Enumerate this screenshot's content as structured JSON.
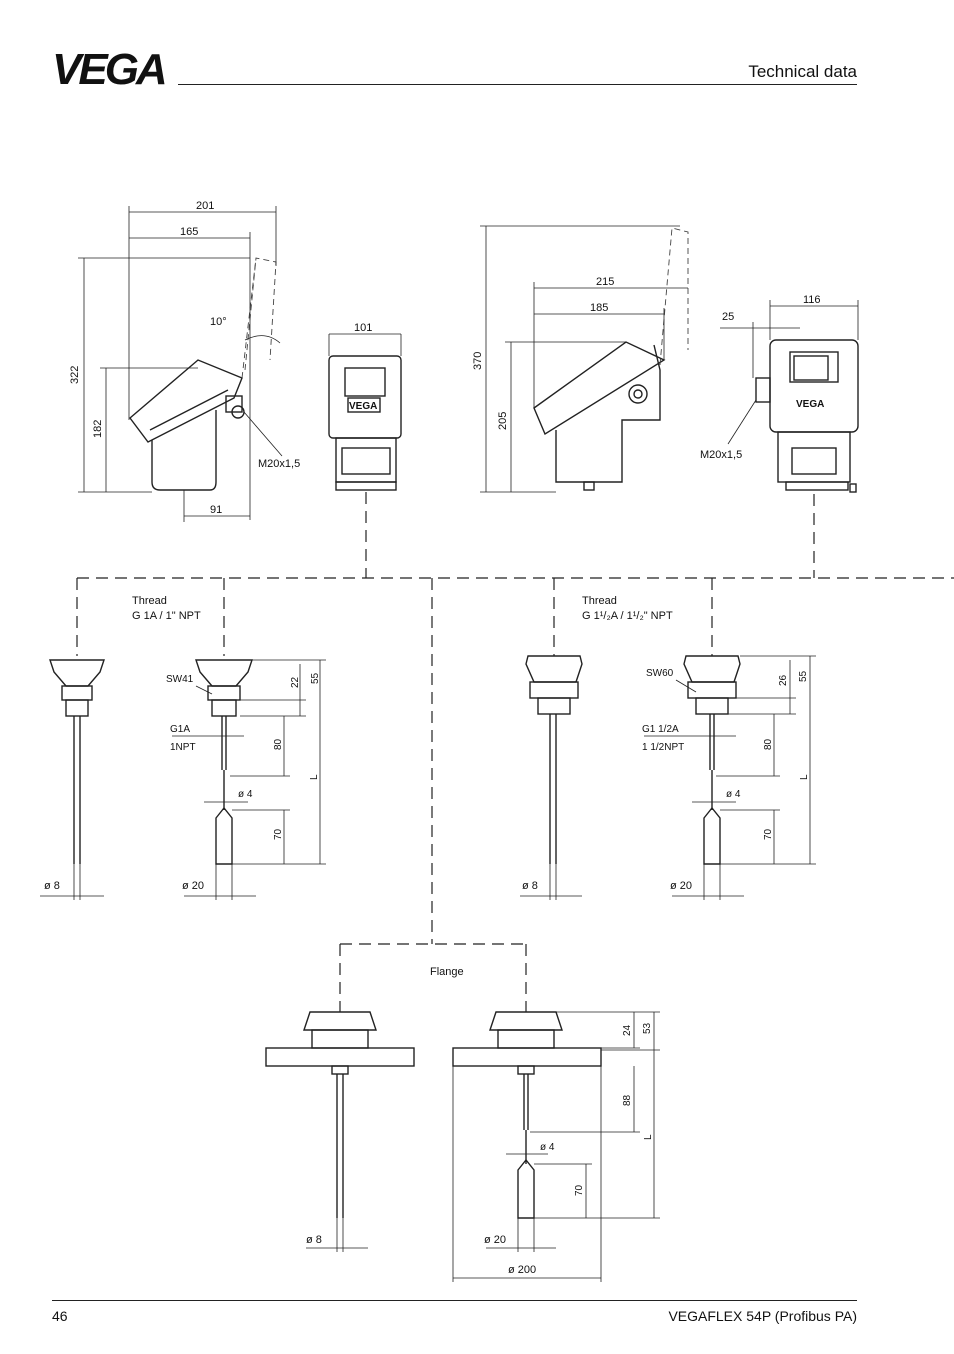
{
  "header": {
    "brand": "VEGA",
    "section_title": "Technical data"
  },
  "footer": {
    "page_number": "46",
    "product_name": "VEGAFLEX 54P (Profibus PA)"
  },
  "housings": {
    "plastic_side": {
      "dim_201": "201",
      "dim_165": "165",
      "dim_322": "322",
      "dim_182": "182",
      "dim_91": "91",
      "angle": "10°",
      "cable_entry": "M20x1,5"
    },
    "plastic_front": {
      "dim_101": "101"
    },
    "aluminium_side": {
      "dim_215": "215",
      "dim_185": "185",
      "dim_370": "370",
      "dim_205": "205"
    },
    "aluminium_front": {
      "dim_116": "116",
      "dim_25": "25",
      "cable_entry": "M20x1,5"
    }
  },
  "thread_small": {
    "label_line1": "Thread",
    "label_line2": "G 1A / 1\" NPT",
    "wrench": "SW41",
    "thread_a": "G1A",
    "thread_b": "1NPT",
    "dim_22": "22",
    "dim_55": "55",
    "dim_80": "80",
    "dim_70": "70",
    "dim_L": "L",
    "dia_4": "ø 4",
    "dia_8": "ø 8",
    "dia_20": "ø 20"
  },
  "thread_large": {
    "label_line1": "Thread",
    "label_line2": "G 1¹/₂A / 1¹/₂\" NPT",
    "wrench": "SW60",
    "thread_a": "G1 1/2A",
    "thread_b": "1 1/2NPT",
    "dim_26": "26",
    "dim_55": "55",
    "dim_80": "80",
    "dim_70": "70",
    "dim_L": "L",
    "dia_4": "ø 4",
    "dia_8": "ø 8",
    "dia_20": "ø 20"
  },
  "flange": {
    "label": "Flange",
    "dim_24": "24",
    "dim_53": "53",
    "dim_88": "88",
    "dim_70": "70",
    "dim_L": "L",
    "dia_4": "ø 4",
    "dia_8": "ø 8",
    "dia_20": "ø 20",
    "dia_200": "ø 200"
  }
}
